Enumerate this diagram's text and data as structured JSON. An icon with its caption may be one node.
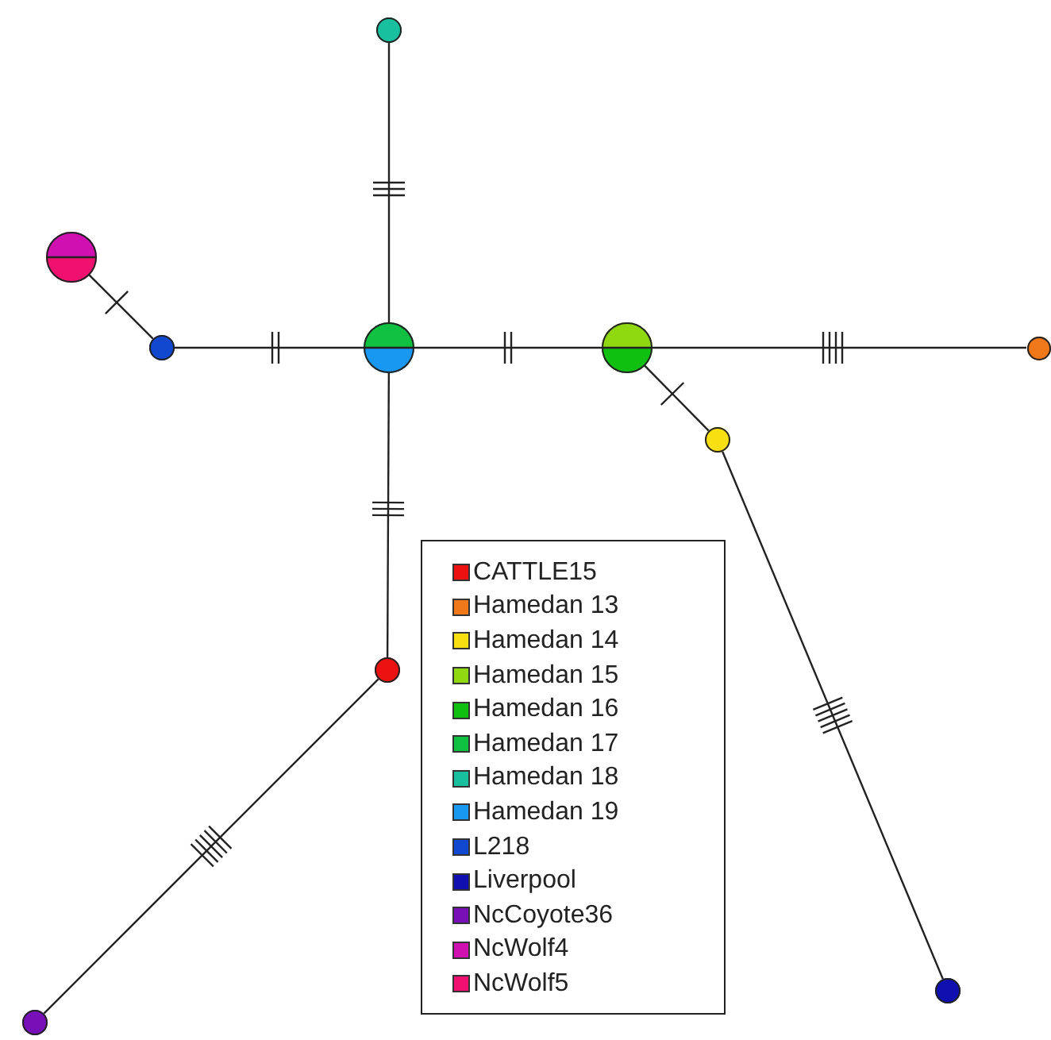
{
  "diagram": {
    "nodes": [
      {
        "text": [],
        "shape": "circle"
      },
      {
        "text": [],
        "shape": "circle"
      },
      {
        "text": [],
        "shape": "circle"
      },
      {
        "text": [],
        "shape": "circle"
      },
      {
        "text": [],
        "shape": "circle"
      },
      {
        "text": [],
        "shape": "circle"
      },
      {
        "text": [],
        "shape": "circle"
      },
      {
        "text": [],
        "shape": "circle"
      },
      {
        "text": [],
        "shape": "circle"
      },
      {
        "text": [],
        "shape": "circle"
      }
    ],
    "edges": [
      {
        "from": 0,
        "to": 3,
        "arrow": "none"
      },
      {
        "from": 1,
        "to": 2,
        "arrow": "none"
      },
      {
        "from": 2,
        "to": 3,
        "arrow": "none"
      },
      {
        "from": 3,
        "to": 4,
        "arrow": "none"
      },
      {
        "from": 4,
        "to": 5,
        "arrow": "none"
      },
      {
        "from": 4,
        "to": 6,
        "arrow": "none"
      },
      {
        "from": 6,
        "to": 9,
        "arrow": "none"
      },
      {
        "from": 3,
        "to": 7,
        "arrow": "none"
      },
      {
        "from": 7,
        "to": 8,
        "arrow": "none"
      }
    ],
    "legend": [
      {
        "text": "CATTLE15",
        "color": "#ee1111"
      },
      {
        "text": "Hamedan 13",
        "color": "#f07818"
      },
      {
        "text": "Hamedan 14",
        "color": "#f8e010"
      },
      {
        "text": "Hamedan 15",
        "color": "#90d810"
      },
      {
        "text": "Hamedan 16",
        "color": "#10c010"
      },
      {
        "text": "Hamedan 17",
        "color": "#10c040"
      },
      {
        "text": "Hamedan 18",
        "color": "#18c0a0"
      },
      {
        "text": "Hamedan 19",
        "color": "#1898f0"
      },
      {
        "text": "L218",
        "color": "#1048d0"
      },
      {
        "text": "Liverpool",
        "color": "#1010b0"
      },
      {
        "text": "NcCoyote36",
        "color": "#7810b8"
      },
      {
        "text": "NcWolf4",
        "color": "#d010b0"
      },
      {
        "text": "NcWolf5",
        "color": "#f01070"
      }
    ]
  }
}
